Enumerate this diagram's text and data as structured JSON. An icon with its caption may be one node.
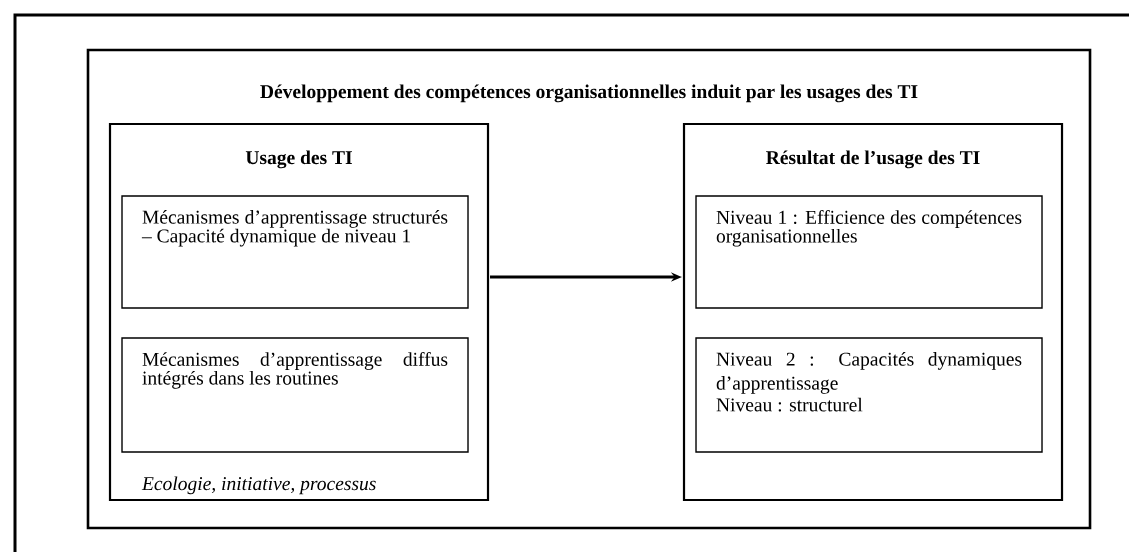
{
  "diagram": {
    "nodes": [
      {
        "text": [
          "Développement des compétences organisationnelles induit par les usages des TI"
        ]
      },
      {
        "text": [
          "Usage des TI",
          "Ecologie, initiative, processus"
        ],
        "in": 0
      },
      {
        "text": [
          "Mécanismes d’apprentissage structurés – Capacité dynamique de niveau 1"
        ],
        "in": 1
      },
      {
        "text": [
          "Mécanismes d’apprentissage diffus intégrés dans les routines"
        ],
        "in": 1
      },
      {
        "text": [
          "Résultat de l’usage des TI"
        ],
        "in": 0
      },
      {
        "text": [
          "Niveau 1 : Efficience des compétences organisationnelles"
        ],
        "in": 4
      },
      {
        "text": [
          "Niveau 2 : Capacités dynamiques d’apprentissage",
          "Niveau : structurel"
        ],
        "in": 4
      }
    ],
    "edges": [
      {
        "from": 1,
        "to": 4,
        "arrow": "to"
      }
    ]
  }
}
